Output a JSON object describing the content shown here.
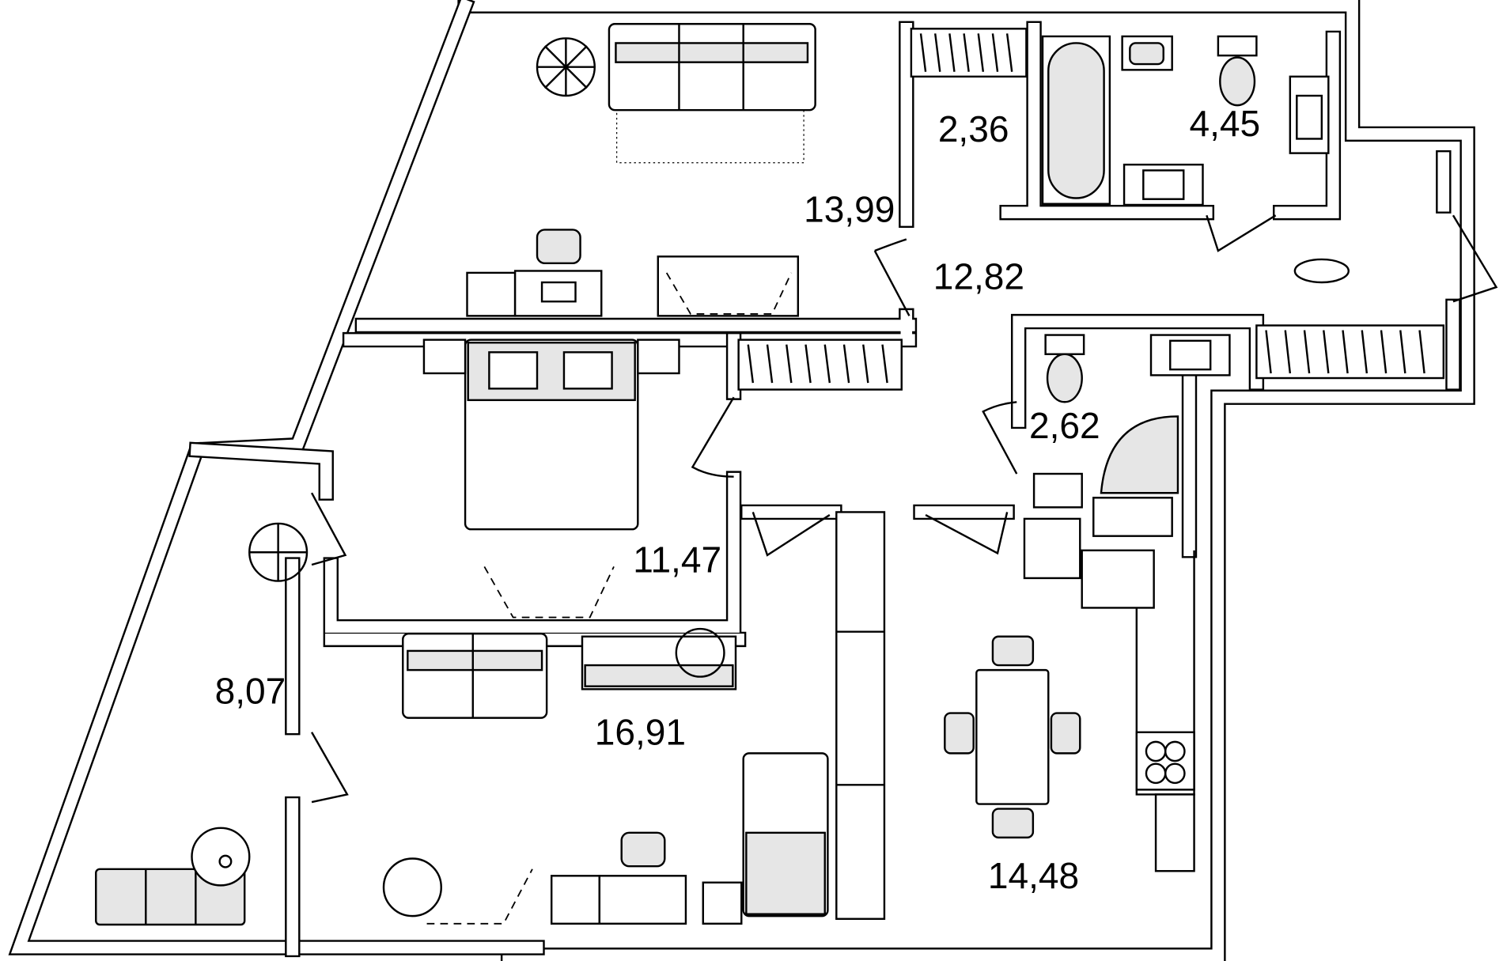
{
  "floor_plan": {
    "rooms": [
      {
        "id": "living-room-top",
        "area": "13,99"
      },
      {
        "id": "storage",
        "area": "2,36"
      },
      {
        "id": "bathroom",
        "area": "4,45"
      },
      {
        "id": "hallway",
        "area": "12,82"
      },
      {
        "id": "wc",
        "area": "2,62"
      },
      {
        "id": "bedroom",
        "area": "11,47"
      },
      {
        "id": "balcony",
        "area": "8,07"
      },
      {
        "id": "living-room-bottom",
        "area": "16,91"
      },
      {
        "id": "kitchen",
        "area": "14,48"
      }
    ]
  }
}
